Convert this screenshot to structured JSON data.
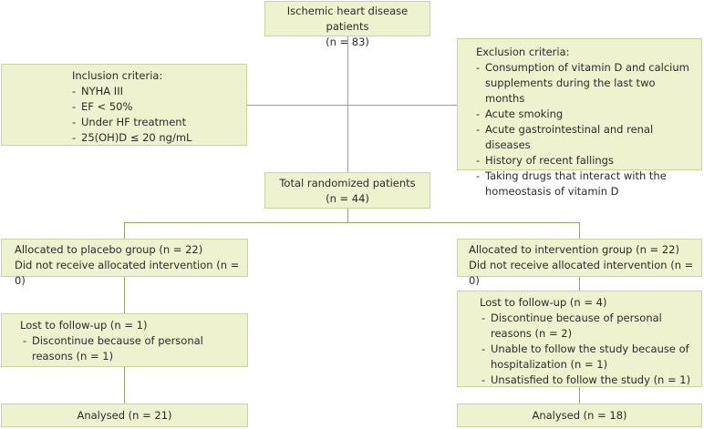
{
  "top": {
    "title": "Ischemic heart disease patients",
    "n": "(n = 83)"
  },
  "inclusion": {
    "heading": "Inclusion criteria:",
    "items": [
      "NYHA III",
      "EF < 50%",
      "Under HF treatment",
      "25(OH)D ≤ 20 ng/mL"
    ]
  },
  "exclusion": {
    "heading": "Exclusion criteria:",
    "items": [
      "Consumption of vitamin D and calcium supplements during the last two months",
      "Acute smoking",
      "Acute gastrointestinal and renal diseases",
      "History of recent fallings",
      "Taking drugs that interact with the homeostasis of vitamin D"
    ]
  },
  "randomized": {
    "title": "Total randomized patients",
    "n": "(n = 44)"
  },
  "placebo": {
    "allocated": "Allocated to placebo group (n = 22)",
    "not_received": "Did not receive allocated intervention (n = 0)"
  },
  "intervention": {
    "allocated": "Allocated to intervention group (n = 22)",
    "not_received": "Did not receive allocated intervention (n = 0)"
  },
  "placebo_lost": {
    "heading": "Lost to follow-up (n = 1)",
    "items": [
      "Discontinue because of personal reasons (n = 1)"
    ]
  },
  "intervention_lost": {
    "heading": "Lost to follow-up (n = 4)",
    "items": [
      "Discontinue because of personal reasons (n = 2)",
      "Unable to follow the study because of hospitalization (n = 1)",
      "Unsatisfied to follow the study (n = 1)"
    ]
  },
  "placebo_analysed": "Analysed (n = 21)",
  "intervention_analysed": "Analysed (n = 18)",
  "colors": {
    "box_fill": "#eef2cf",
    "box_border": "#c9d59a",
    "connector": "#9aa56e"
  }
}
